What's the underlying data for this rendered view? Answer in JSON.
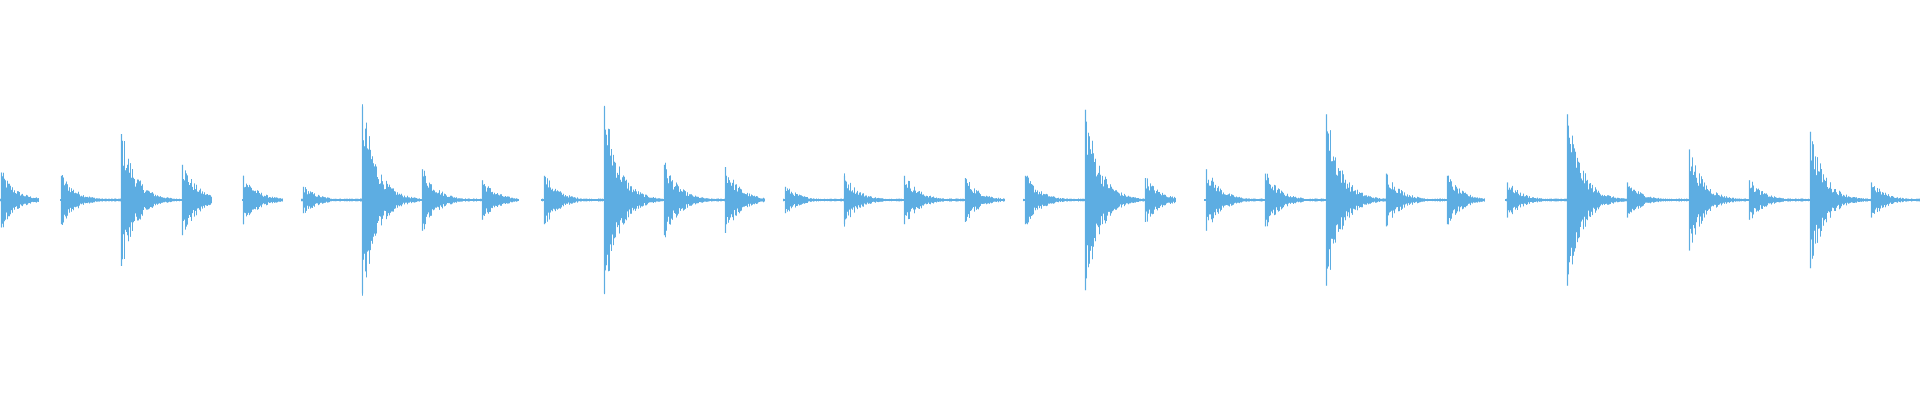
{
  "waveform": {
    "color": "#5dade2",
    "segments": [
      {
        "start": 0.0,
        "end": 0.02,
        "onsets": [
          {
            "t": 0.0005,
            "amp": 0.25
          }
        ]
      },
      {
        "start": 0.031,
        "end": 0.11,
        "onsets": [
          {
            "t": 0.032,
            "amp": 0.22
          },
          {
            "t": 0.063,
            "amp": 0.6
          },
          {
            "t": 0.095,
            "amp": 0.32
          }
        ]
      },
      {
        "start": 0.126,
        "end": 0.147,
        "onsets": [
          {
            "t": 0.1265,
            "amp": 0.22
          }
        ]
      },
      {
        "start": 0.157,
        "end": 0.27,
        "onsets": [
          {
            "t": 0.158,
            "amp": 0.12
          },
          {
            "t": 0.1885,
            "amp": 0.85
          },
          {
            "t": 0.22,
            "amp": 0.28
          },
          {
            "t": 0.251,
            "amp": 0.18
          }
        ]
      },
      {
        "start": 0.282,
        "end": 0.398,
        "onsets": [
          {
            "t": 0.2835,
            "amp": 0.22
          },
          {
            "t": 0.3145,
            "amp": 0.85
          },
          {
            "t": 0.346,
            "amp": 0.32
          },
          {
            "t": 0.3775,
            "amp": 0.3
          }
        ]
      },
      {
        "start": 0.408,
        "end": 0.523,
        "onsets": [
          {
            "t": 0.409,
            "amp": 0.12
          },
          {
            "t": 0.4395,
            "amp": 0.22
          },
          {
            "t": 0.471,
            "amp": 0.22
          },
          {
            "t": 0.5025,
            "amp": 0.2
          }
        ]
      },
      {
        "start": 0.533,
        "end": 0.612,
        "onsets": [
          {
            "t": 0.534,
            "amp": 0.22
          },
          {
            "t": 0.565,
            "amp": 0.82
          },
          {
            "t": 0.5965,
            "amp": 0.2
          }
        ]
      },
      {
        "start": 0.627,
        "end": 0.773,
        "onsets": [
          {
            "t": 0.628,
            "amp": 0.28
          },
          {
            "t": 0.659,
            "amp": 0.24
          },
          {
            "t": 0.6905,
            "amp": 0.78
          },
          {
            "t": 0.722,
            "amp": 0.24
          },
          {
            "t": 0.7535,
            "amp": 0.22
          }
        ]
      },
      {
        "start": 0.784,
        "end": 1.0,
        "onsets": [
          {
            "t": 0.785,
            "amp": 0.16
          },
          {
            "t": 0.816,
            "amp": 0.78
          },
          {
            "t": 0.8475,
            "amp": 0.16
          },
          {
            "t": 0.8795,
            "amp": 0.46
          },
          {
            "t": 0.911,
            "amp": 0.18
          },
          {
            "t": 0.9425,
            "amp": 0.62
          },
          {
            "t": 0.9745,
            "amp": 0.16
          }
        ]
      }
    ]
  }
}
